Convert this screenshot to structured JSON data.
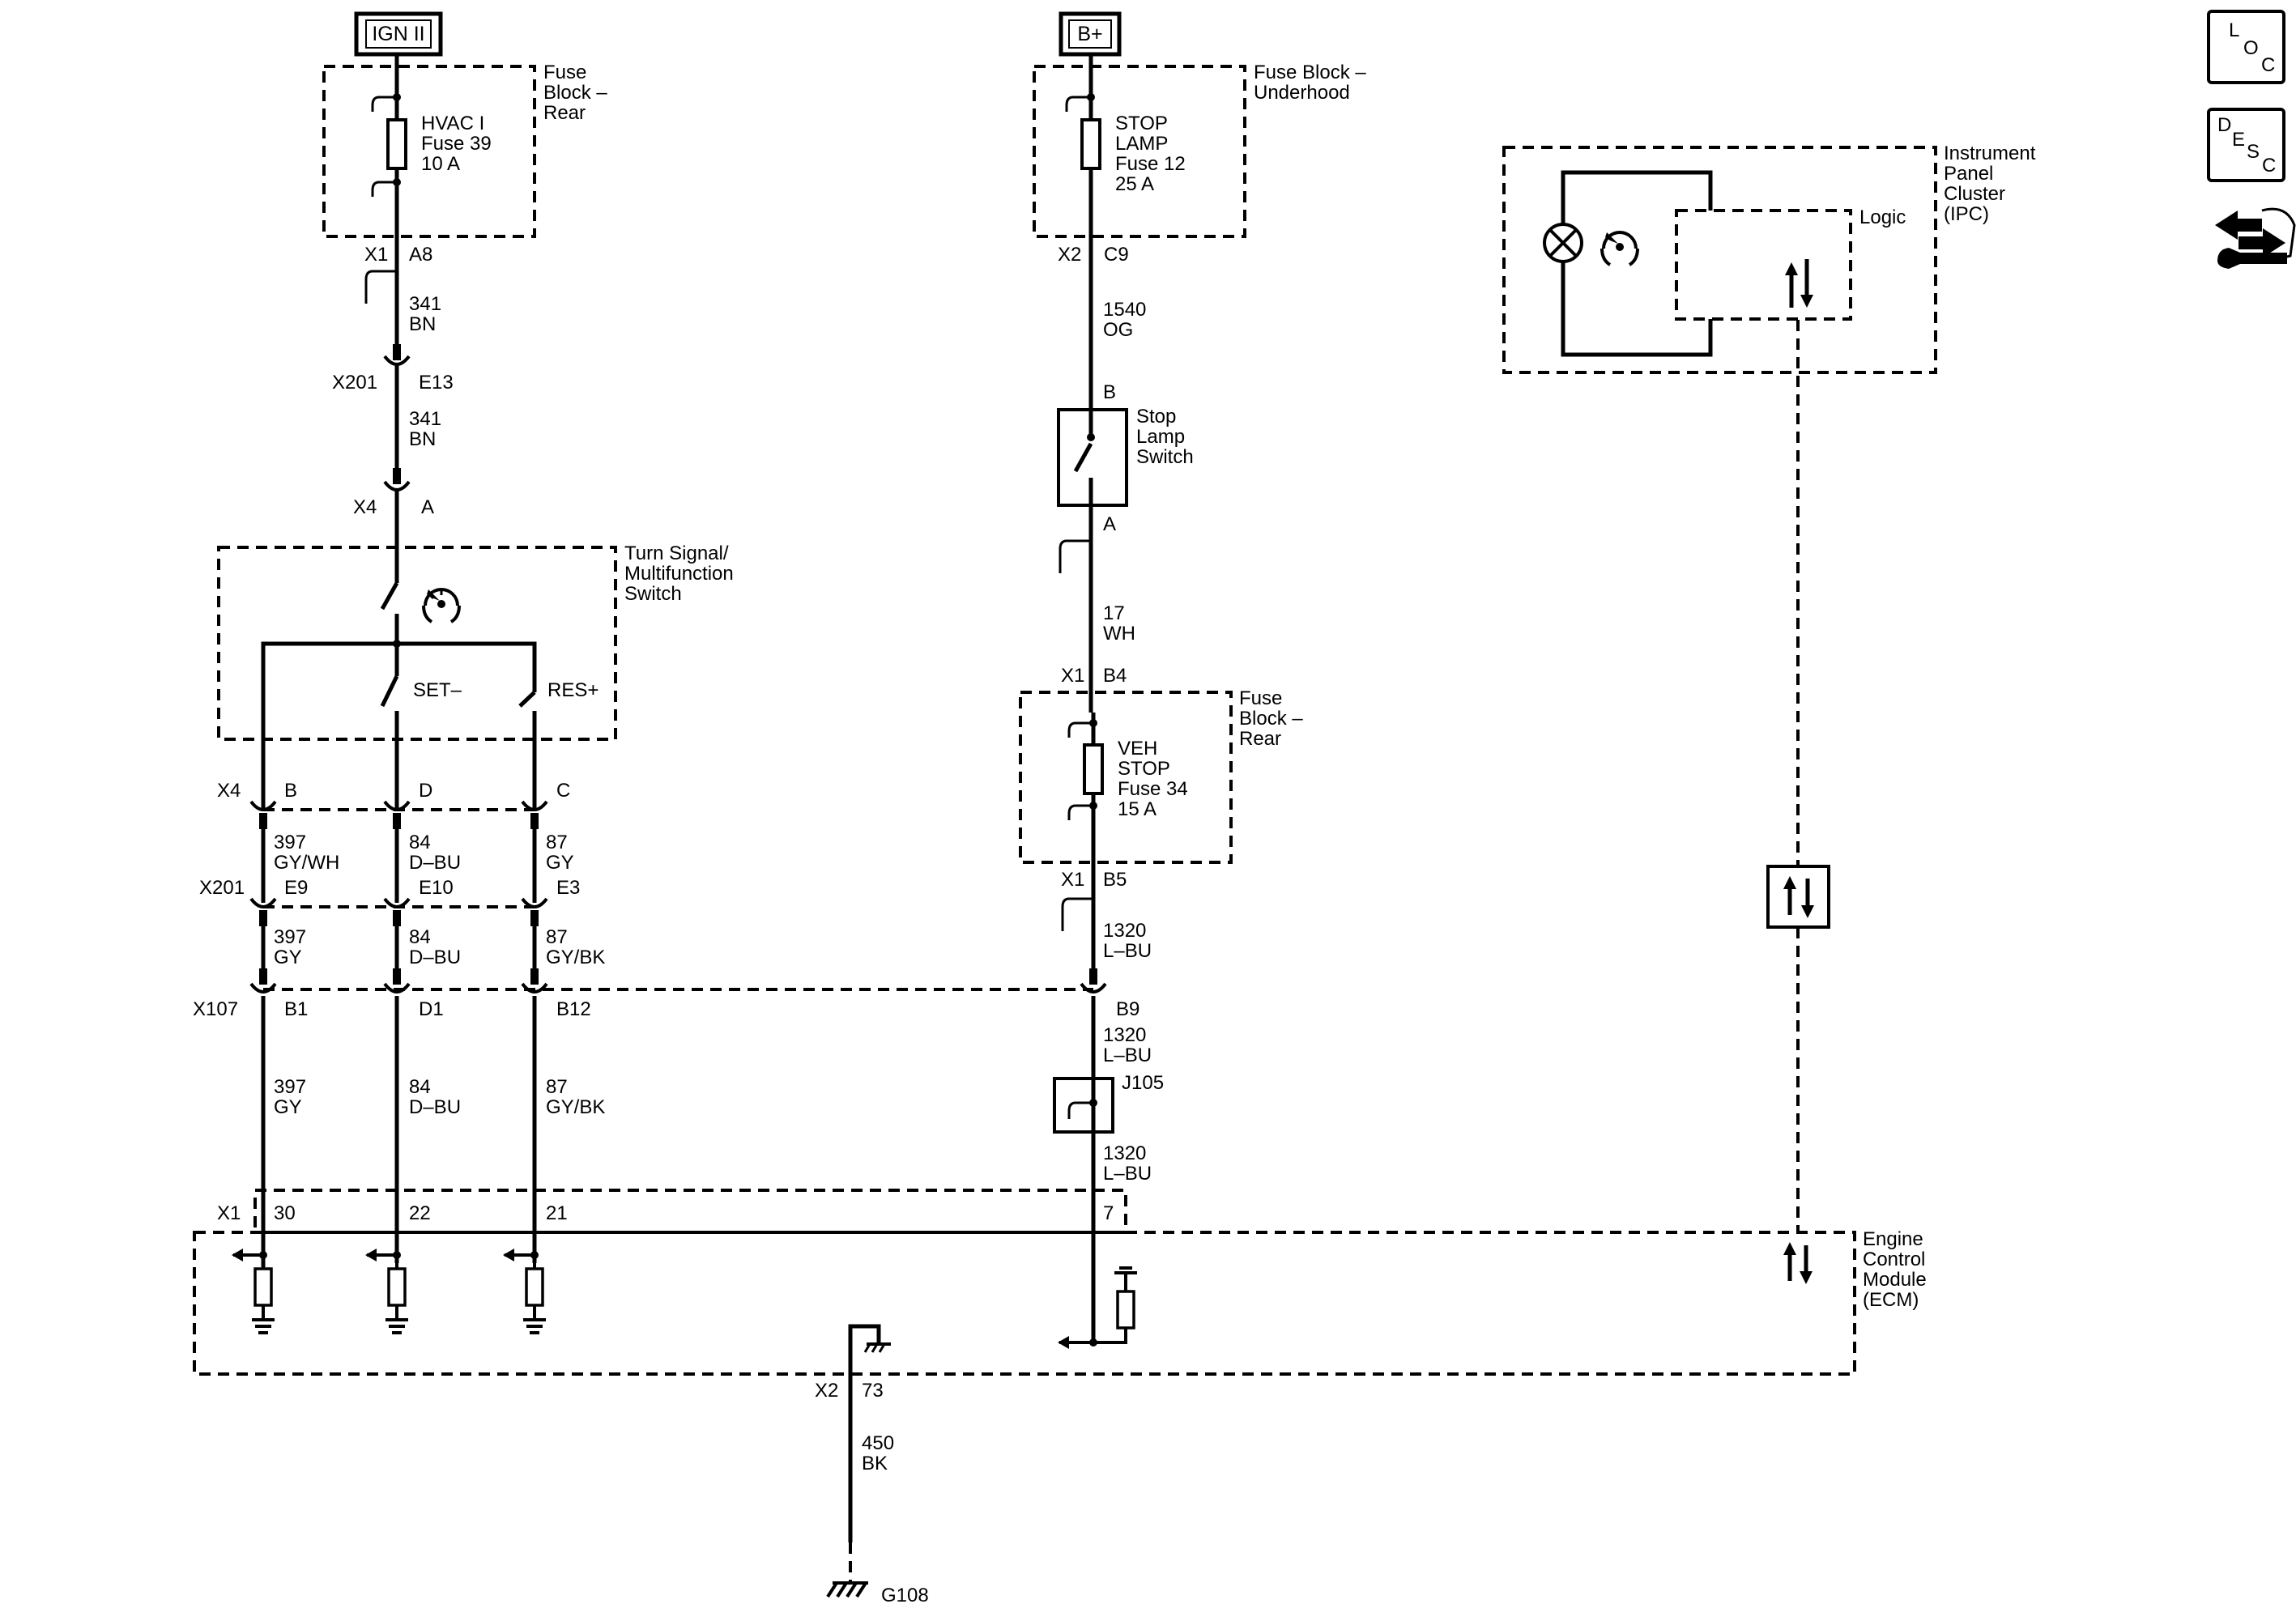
{
  "power": {
    "ign": "IGN II",
    "bplus": "B+"
  },
  "nav_icons": {
    "loc": [
      "L",
      "O",
      "C"
    ],
    "desc": [
      "D",
      "E",
      "S",
      "C"
    ],
    "connector_tool": "connector-tool-icon"
  },
  "fuse_block_rear_top": {
    "title": [
      "Fuse",
      "Block –",
      "Rear"
    ],
    "fuse": [
      "HVAC I",
      "Fuse 39",
      "10 A"
    ]
  },
  "fuse_block_underhood": {
    "title": [
      "Fuse Block –",
      "Underhood"
    ],
    "fuse": [
      "STOP",
      "LAMP",
      "Fuse 12",
      "25 A"
    ]
  },
  "fuse_block_rear_mid": {
    "title": [
      "Fuse",
      "Block –",
      "Rear"
    ],
    "fuse": [
      "VEH",
      "STOP",
      "Fuse 34",
      "15 A"
    ]
  },
  "ipc": {
    "title": [
      "Instrument",
      "Panel",
      "Cluster",
      "(IPC)"
    ],
    "logic": "Logic"
  },
  "stop_lamp_switch": {
    "title": [
      "Stop",
      "Lamp",
      "Switch"
    ],
    "pin_b": "B",
    "pin_a": "A"
  },
  "turn_signal_switch": {
    "title": [
      "Turn Signal/",
      "Multifunction",
      "Switch"
    ],
    "set": "SET–",
    "res": "RES+"
  },
  "ecm": {
    "title": [
      "Engine",
      "Control",
      "Module",
      "(ECM)"
    ]
  },
  "splice": "J105",
  "ground": "G108",
  "connectors": {
    "x1_a8": [
      "X1",
      "A8"
    ],
    "x201_e13": [
      "X201",
      "E13"
    ],
    "x4_a": [
      "X4",
      "A"
    ],
    "x4_row": [
      "X4",
      "B",
      "D",
      "C"
    ],
    "x201_row": [
      "X201",
      "E9",
      "E10",
      "E3"
    ],
    "x107_row": [
      "X107",
      "B1",
      "D1",
      "B12",
      "B9"
    ],
    "x2_c9": [
      "X2",
      "C9"
    ],
    "x1_b4": [
      "X1",
      "B4"
    ],
    "x1_b5": [
      "X1",
      "B5"
    ],
    "ecm_x1": [
      "X1",
      "30",
      "22",
      "21",
      "7"
    ],
    "x2_73": [
      "X2",
      "73"
    ]
  },
  "wires": {
    "w341a": [
      "341",
      "BN"
    ],
    "w341b": [
      "341",
      "BN"
    ],
    "w397a": [
      "397",
      "GY/WH"
    ],
    "w84a": [
      "84",
      "D–BU"
    ],
    "w87a": [
      "87",
      "GY"
    ],
    "w397b": [
      "397",
      "GY"
    ],
    "w84b": [
      "84",
      "D–BU"
    ],
    "w87b": [
      "87",
      "GY/BK"
    ],
    "w397c": [
      "397",
      "GY"
    ],
    "w84c": [
      "84",
      "D–BU"
    ],
    "w87c": [
      "87",
      "GY/BK"
    ],
    "w1540": [
      "1540",
      "OG"
    ],
    "w17": [
      "17",
      "WH"
    ],
    "w1320a": [
      "1320",
      "L–BU"
    ],
    "w1320b": [
      "1320",
      "L–BU"
    ],
    "w1320c": [
      "1320",
      "L–BU"
    ],
    "w450": [
      "450",
      "BK"
    ]
  }
}
